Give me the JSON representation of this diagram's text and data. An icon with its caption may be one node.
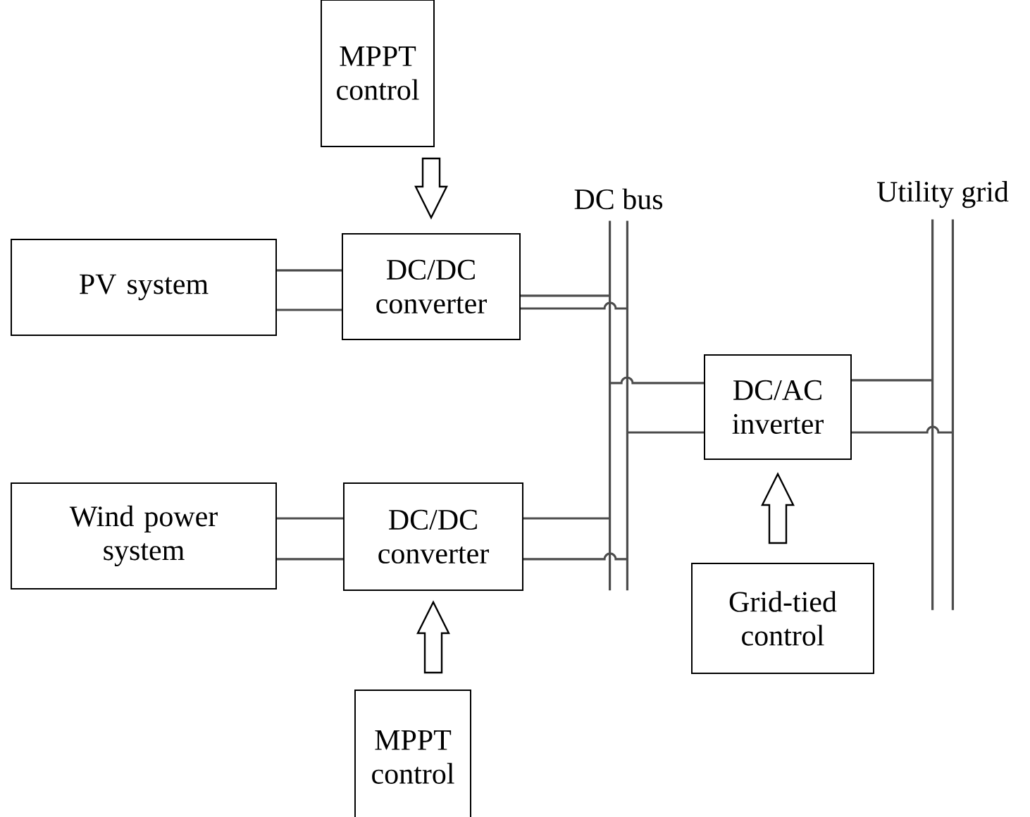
{
  "diagram": {
    "nodes": [
      {
        "text": [
          "MPPT control"
        ]
      },
      {
        "text": [
          "PV system"
        ]
      },
      {
        "text": [
          "DC/DC converter"
        ]
      },
      {
        "text": [
          "DC bus"
        ]
      },
      {
        "text": [
          "Wind power system"
        ]
      },
      {
        "text": [
          "DC/DC converter"
        ]
      },
      {
        "text": [
          "DC/AC inverter"
        ]
      },
      {
        "text": [
          "Utility grid"
        ]
      },
      {
        "text": [
          "Grid-tied control"
        ]
      },
      {
        "text": [
          "MPPT control"
        ]
      }
    ],
    "edges": [
      {
        "from": 0,
        "to": 2,
        "arrow": "to",
        "style": "thick"
      },
      {
        "from": 1,
        "to": 2,
        "arrow": "none"
      },
      {
        "from": 1,
        "to": 2,
        "arrow": "none"
      },
      {
        "from": 2,
        "to": 3,
        "arrow": "none"
      },
      {
        "from": 2,
        "to": 3,
        "arrow": "none"
      },
      {
        "from": 3,
        "to": 6,
        "arrow": "none"
      },
      {
        "from": 3,
        "to": 6,
        "arrow": "none"
      },
      {
        "from": 6,
        "to": 7,
        "arrow": "none"
      },
      {
        "from": 6,
        "to": 7,
        "arrow": "none"
      },
      {
        "from": 4,
        "to": 5,
        "arrow": "none"
      },
      {
        "from": 4,
        "to": 5,
        "arrow": "none"
      },
      {
        "from": 5,
        "to": 3,
        "arrow": "none"
      },
      {
        "from": 5,
        "to": 3,
        "arrow": "none"
      },
      {
        "from": 8,
        "to": 6,
        "arrow": "to",
        "style": "thick"
      },
      {
        "from": 9,
        "to": 5,
        "arrow": "to",
        "style": "thick"
      }
    ]
  }
}
